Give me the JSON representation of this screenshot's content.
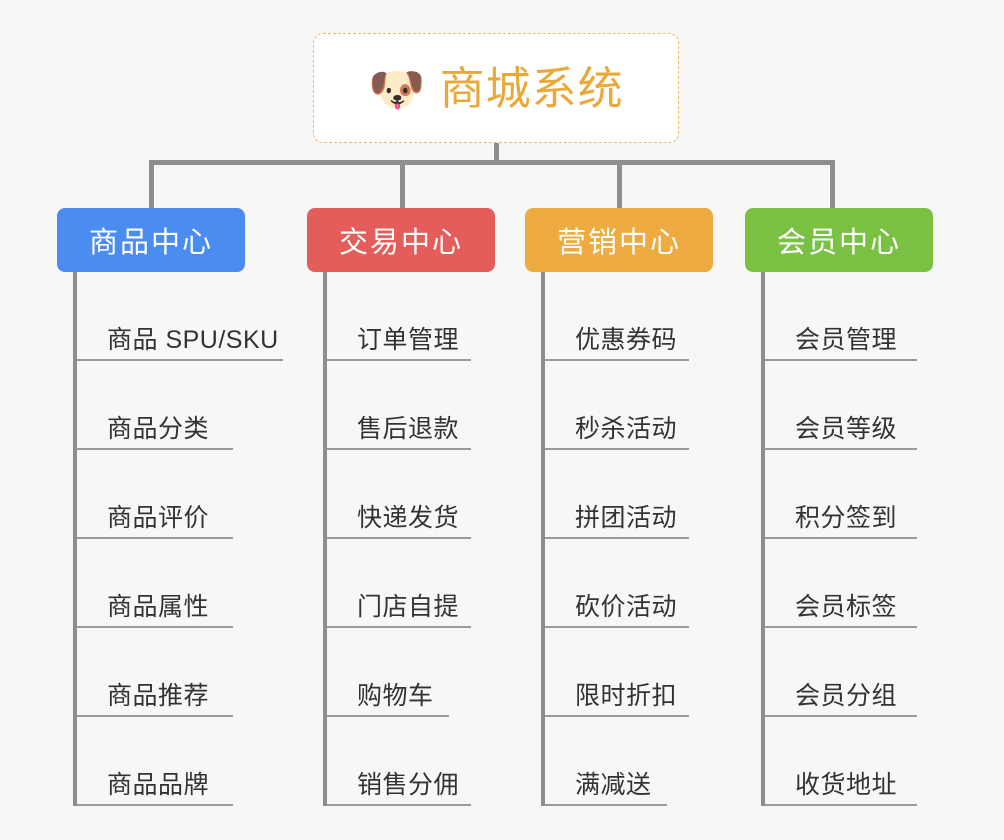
{
  "page": {
    "background_color": "#f7f7f7",
    "line_color": "#8e8e8e"
  },
  "root": {
    "icon": "dog-face-icon",
    "icon_glyph": "🐶",
    "title": "商城系统",
    "title_color": "#e8a93a",
    "border_color": "#f0b959",
    "background_color": "#ffffff"
  },
  "branches": [
    {
      "id": "product-center",
      "label": "商品中心",
      "color": "#4a8cf0",
      "items": [
        {
          "label": "商品 SPU/SKU"
        },
        {
          "label": "商品分类"
        },
        {
          "label": "商品评价"
        },
        {
          "label": "商品属性"
        },
        {
          "label": "商品推荐"
        },
        {
          "label": "商品品牌"
        }
      ]
    },
    {
      "id": "trade-center",
      "label": "交易中心",
      "color": "#e35d5b",
      "items": [
        {
          "label": "订单管理"
        },
        {
          "label": "售后退款"
        },
        {
          "label": "快递发货"
        },
        {
          "label": "门店自提"
        },
        {
          "label": "购物车"
        },
        {
          "label": "销售分佣"
        }
      ]
    },
    {
      "id": "marketing-center",
      "label": "营销中心",
      "color": "#eeab42",
      "items": [
        {
          "label": "优惠券码"
        },
        {
          "label": "秒杀活动"
        },
        {
          "label": "拼团活动"
        },
        {
          "label": "砍价活动"
        },
        {
          "label": "限时折扣"
        },
        {
          "label": "满减送"
        }
      ]
    },
    {
      "id": "member-center",
      "label": "会员中心",
      "color": "#7ac143",
      "items": [
        {
          "label": "会员管理"
        },
        {
          "label": "会员等级"
        },
        {
          "label": "积分签到"
        },
        {
          "label": "会员标签"
        },
        {
          "label": "会员分组"
        },
        {
          "label": "收货地址"
        }
      ]
    }
  ]
}
